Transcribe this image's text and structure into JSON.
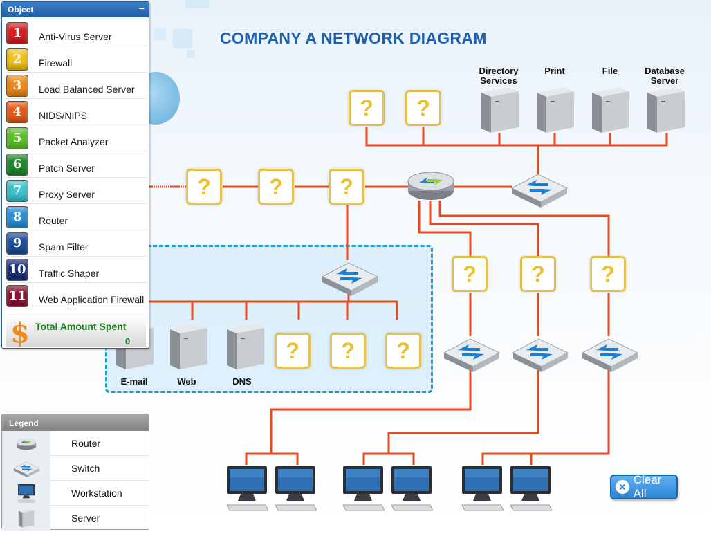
{
  "title": "COMPANY A NETWORK DIAGRAM",
  "object_panel": {
    "header": "Object",
    "collapse_symbol": "−",
    "items": [
      {
        "num": "1",
        "label": "Anti-Virus Server",
        "color": "#d42020"
      },
      {
        "num": "2",
        "label": "Firewall",
        "color": "#f4c21a"
      },
      {
        "num": "3",
        "label": "Load Balanced Server",
        "color": "#f08a16"
      },
      {
        "num": "4",
        "label": "NIDS/NIPS",
        "color": "#e85a1c"
      },
      {
        "num": "5",
        "label": "Packet Analyzer",
        "color": "#5cc22a"
      },
      {
        "num": "6",
        "label": "Patch Server",
        "color": "#1f8a2a"
      },
      {
        "num": "7",
        "label": "Proxy Server",
        "color": "#3fc4cf"
      },
      {
        "num": "8",
        "label": "Router",
        "color": "#2a8fd8"
      },
      {
        "num": "9",
        "label": "Spam Filter",
        "color": "#1c4f9c"
      },
      {
        "num": "10",
        "label": "Traffic Shaper",
        "color": "#1a2f7a"
      },
      {
        "num": "11",
        "label": "Web Application Firewall",
        "color": "#8a1230"
      }
    ],
    "total": {
      "symbol": "$",
      "label": "Total Amount Spent",
      "value": "0"
    }
  },
  "legend": {
    "header": "Legend",
    "items": [
      {
        "icon": "router-icon",
        "label": "Router"
      },
      {
        "icon": "switch-icon",
        "label": "Switch"
      },
      {
        "icon": "workstation-icon",
        "label": "Workstation"
      },
      {
        "icon": "server-icon",
        "label": "Server"
      }
    ]
  },
  "servers_top": [
    {
      "label": "Directory\nServices"
    },
    {
      "label": "Print"
    },
    {
      "label": "File"
    },
    {
      "label": "Database\nServer"
    }
  ],
  "servers_dmz": [
    {
      "label": "E-mail"
    },
    {
      "label": "Web"
    },
    {
      "label": "DNS"
    }
  ],
  "dropzone_symbol": "?",
  "clear_all": {
    "label": "Clear All",
    "symbol": "✕"
  },
  "colors": {
    "link": "#e8491d",
    "dropzone_border": "#e6c24a",
    "title": "#1f5fab"
  }
}
